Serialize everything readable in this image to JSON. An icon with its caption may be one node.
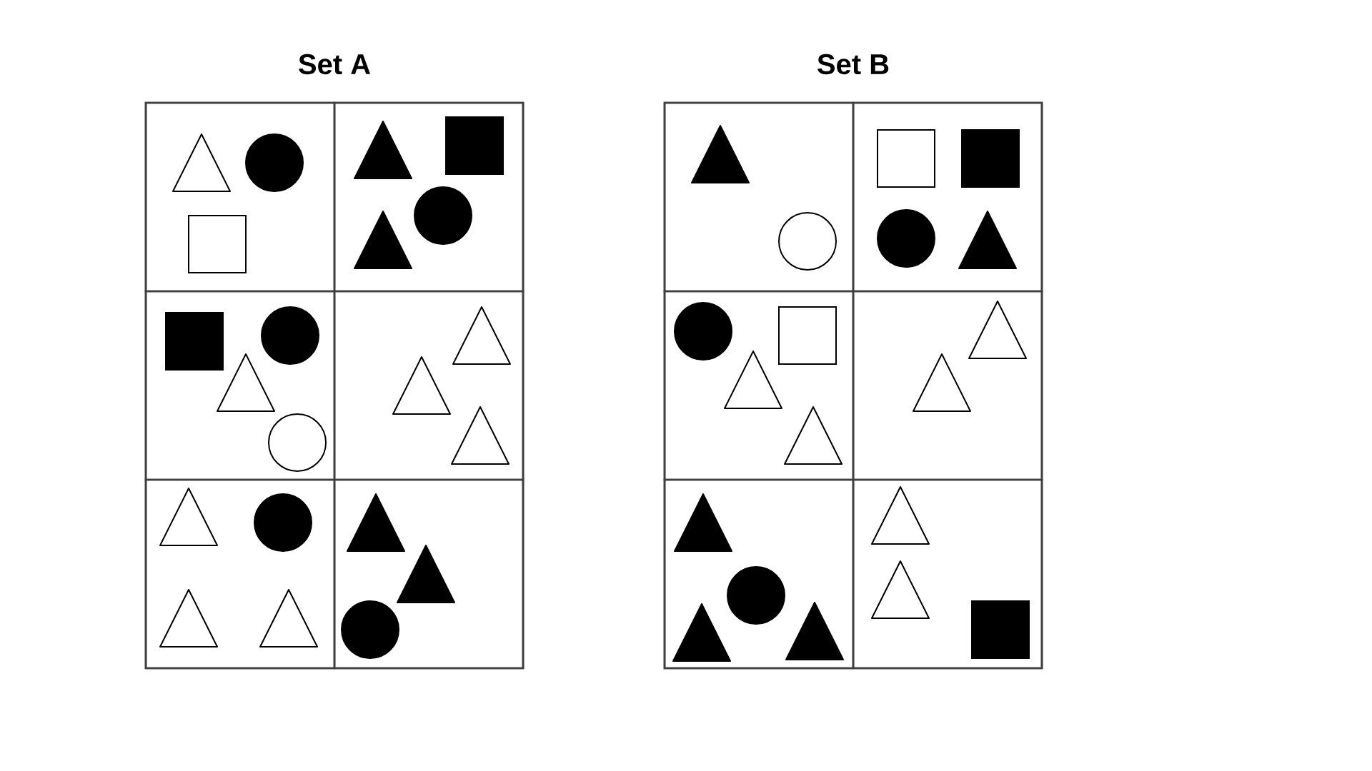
{
  "diagram": {
    "nodes": [
      {
        "text": [
          "Set A"
        ]
      },
      {
        "text": [],
        "shape": "box",
        "in": 0
      },
      {
        "text": [],
        "shape": "triangle",
        "in": 1
      },
      {
        "text": [],
        "shape": "circle",
        "in": 1
      },
      {
        "text": [],
        "shape": "square",
        "in": 1
      },
      {
        "text": [],
        "shape": "box",
        "in": 0
      },
      {
        "text": [],
        "shape": "triangle",
        "in": 5
      },
      {
        "text": [],
        "shape": "square",
        "in": 5
      },
      {
        "text": [],
        "shape": "circle",
        "in": 5
      },
      {
        "text": [],
        "shape": "triangle",
        "in": 5
      },
      {
        "text": [],
        "shape": "box",
        "in": 0
      },
      {
        "text": [],
        "shape": "square",
        "in": 10
      },
      {
        "text": [],
        "shape": "circle",
        "in": 10
      },
      {
        "text": [],
        "shape": "triangle",
        "in": 10
      },
      {
        "text": [],
        "shape": "circle",
        "in": 10
      },
      {
        "text": [],
        "shape": "box",
        "in": 0
      },
      {
        "text": [],
        "shape": "triangle",
        "in": 15
      },
      {
        "text": [],
        "shape": "triangle",
        "in": 15
      },
      {
        "text": [],
        "shape": "triangle",
        "in": 15
      },
      {
        "text": [],
        "shape": "box",
        "in": 0
      },
      {
        "text": [],
        "shape": "triangle",
        "in": 19
      },
      {
        "text": [],
        "shape": "circle",
        "in": 19
      },
      {
        "text": [],
        "shape": "triangle",
        "in": 19
      },
      {
        "text": [],
        "shape": "triangle",
        "in": 19
      },
      {
        "text": [],
        "shape": "box",
        "in": 0
      },
      {
        "text": [],
        "shape": "triangle",
        "in": 24
      },
      {
        "text": [],
        "shape": "triangle",
        "in": 24
      },
      {
        "text": [],
        "shape": "circle",
        "in": 24
      },
      {
        "text": [
          "Set B"
        ]
      },
      {
        "text": [],
        "shape": "box",
        "in": 28
      },
      {
        "text": [],
        "shape": "triangle",
        "in": 29
      },
      {
        "text": [],
        "shape": "circle",
        "in": 29
      },
      {
        "text": [],
        "shape": "box",
        "in": 28
      },
      {
        "text": [],
        "shape": "square",
        "in": 32
      },
      {
        "text": [],
        "shape": "square",
        "in": 32
      },
      {
        "text": [],
        "shape": "circle",
        "in": 32
      },
      {
        "text": [],
        "shape": "triangle",
        "in": 32
      },
      {
        "text": [],
        "shape": "box",
        "in": 28
      },
      {
        "text": [],
        "shape": "circle",
        "in": 37
      },
      {
        "text": [],
        "shape": "square",
        "in": 37
      },
      {
        "text": [],
        "shape": "triangle",
        "in": 37
      },
      {
        "text": [],
        "shape": "triangle",
        "in": 37
      },
      {
        "text": [],
        "shape": "box",
        "in": 28
      },
      {
        "text": [],
        "shape": "triangle",
        "in": 42
      },
      {
        "text": [],
        "shape": "triangle",
        "in": 42
      },
      {
        "text": [],
        "shape": "box",
        "in": 28
      },
      {
        "text": [],
        "shape": "triangle",
        "in": 45
      },
      {
        "text": [],
        "shape": "circle",
        "in": 45
      },
      {
        "text": [],
        "shape": "triangle",
        "in": 45
      },
      {
        "text": [],
        "shape": "triangle",
        "in": 45
      },
      {
        "text": [],
        "shape": "box",
        "in": 28
      },
      {
        "text": [],
        "shape": "triangle",
        "in": 50
      },
      {
        "text": [],
        "shape": "triangle",
        "in": 50
      },
      {
        "text": [],
        "shape": "square",
        "in": 50
      }
    ]
  }
}
